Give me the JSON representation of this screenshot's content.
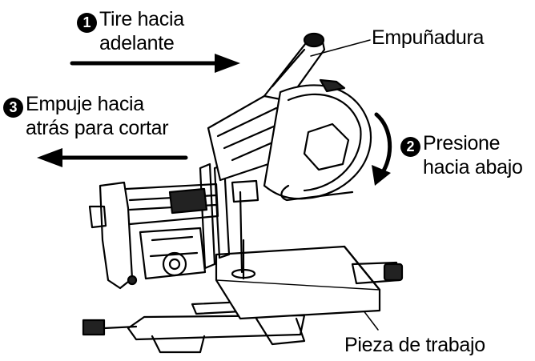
{
  "labels": {
    "step1": {
      "number": "1",
      "line1": "Tire hacia",
      "line2": "adelante"
    },
    "handle": "Empuñadura",
    "step3": {
      "number": "3",
      "line1": "Empuje hacia",
      "line2": "atrás para cortar"
    },
    "step2": {
      "number": "2",
      "line1": "Presione",
      "line2": "hacia abajo"
    },
    "workpiece": "Pieza de trabajo"
  },
  "icons": [
    "arrow-right-icon",
    "arrow-left-icon",
    "arrow-down-curve-icon",
    "miter-saw-illustration"
  ],
  "colors": {
    "ink": "#000000",
    "background": "#ffffff"
  }
}
